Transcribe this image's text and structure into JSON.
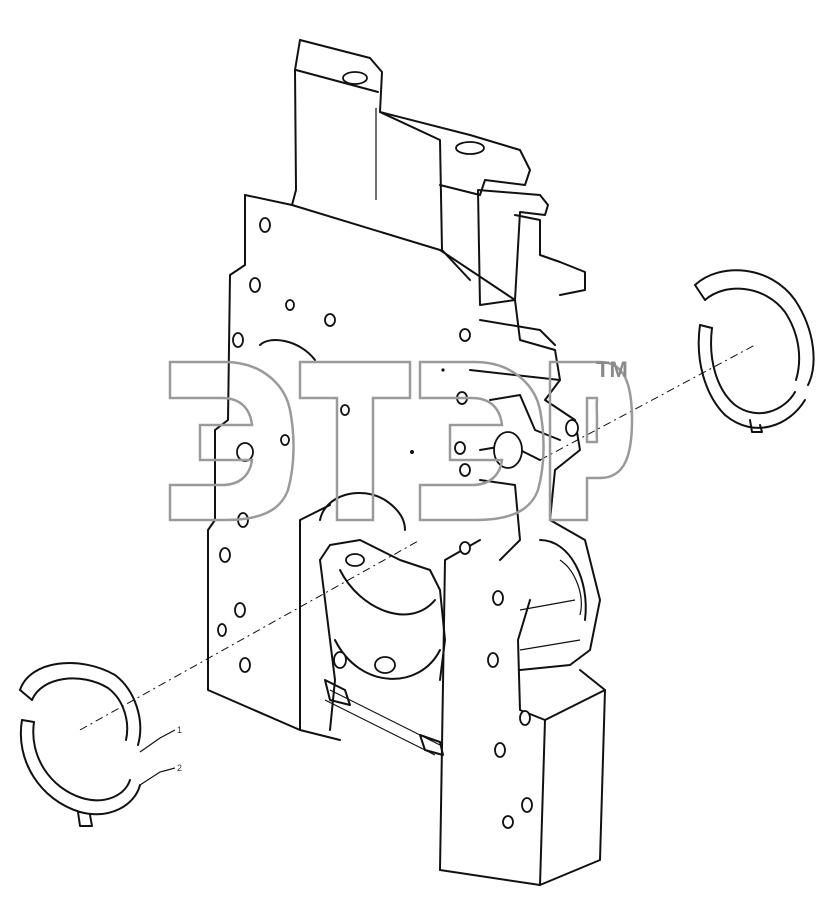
{
  "callouts": {
    "part_1": "1",
    "part_2": "2"
  },
  "watermark": {
    "trademark": "TM"
  }
}
